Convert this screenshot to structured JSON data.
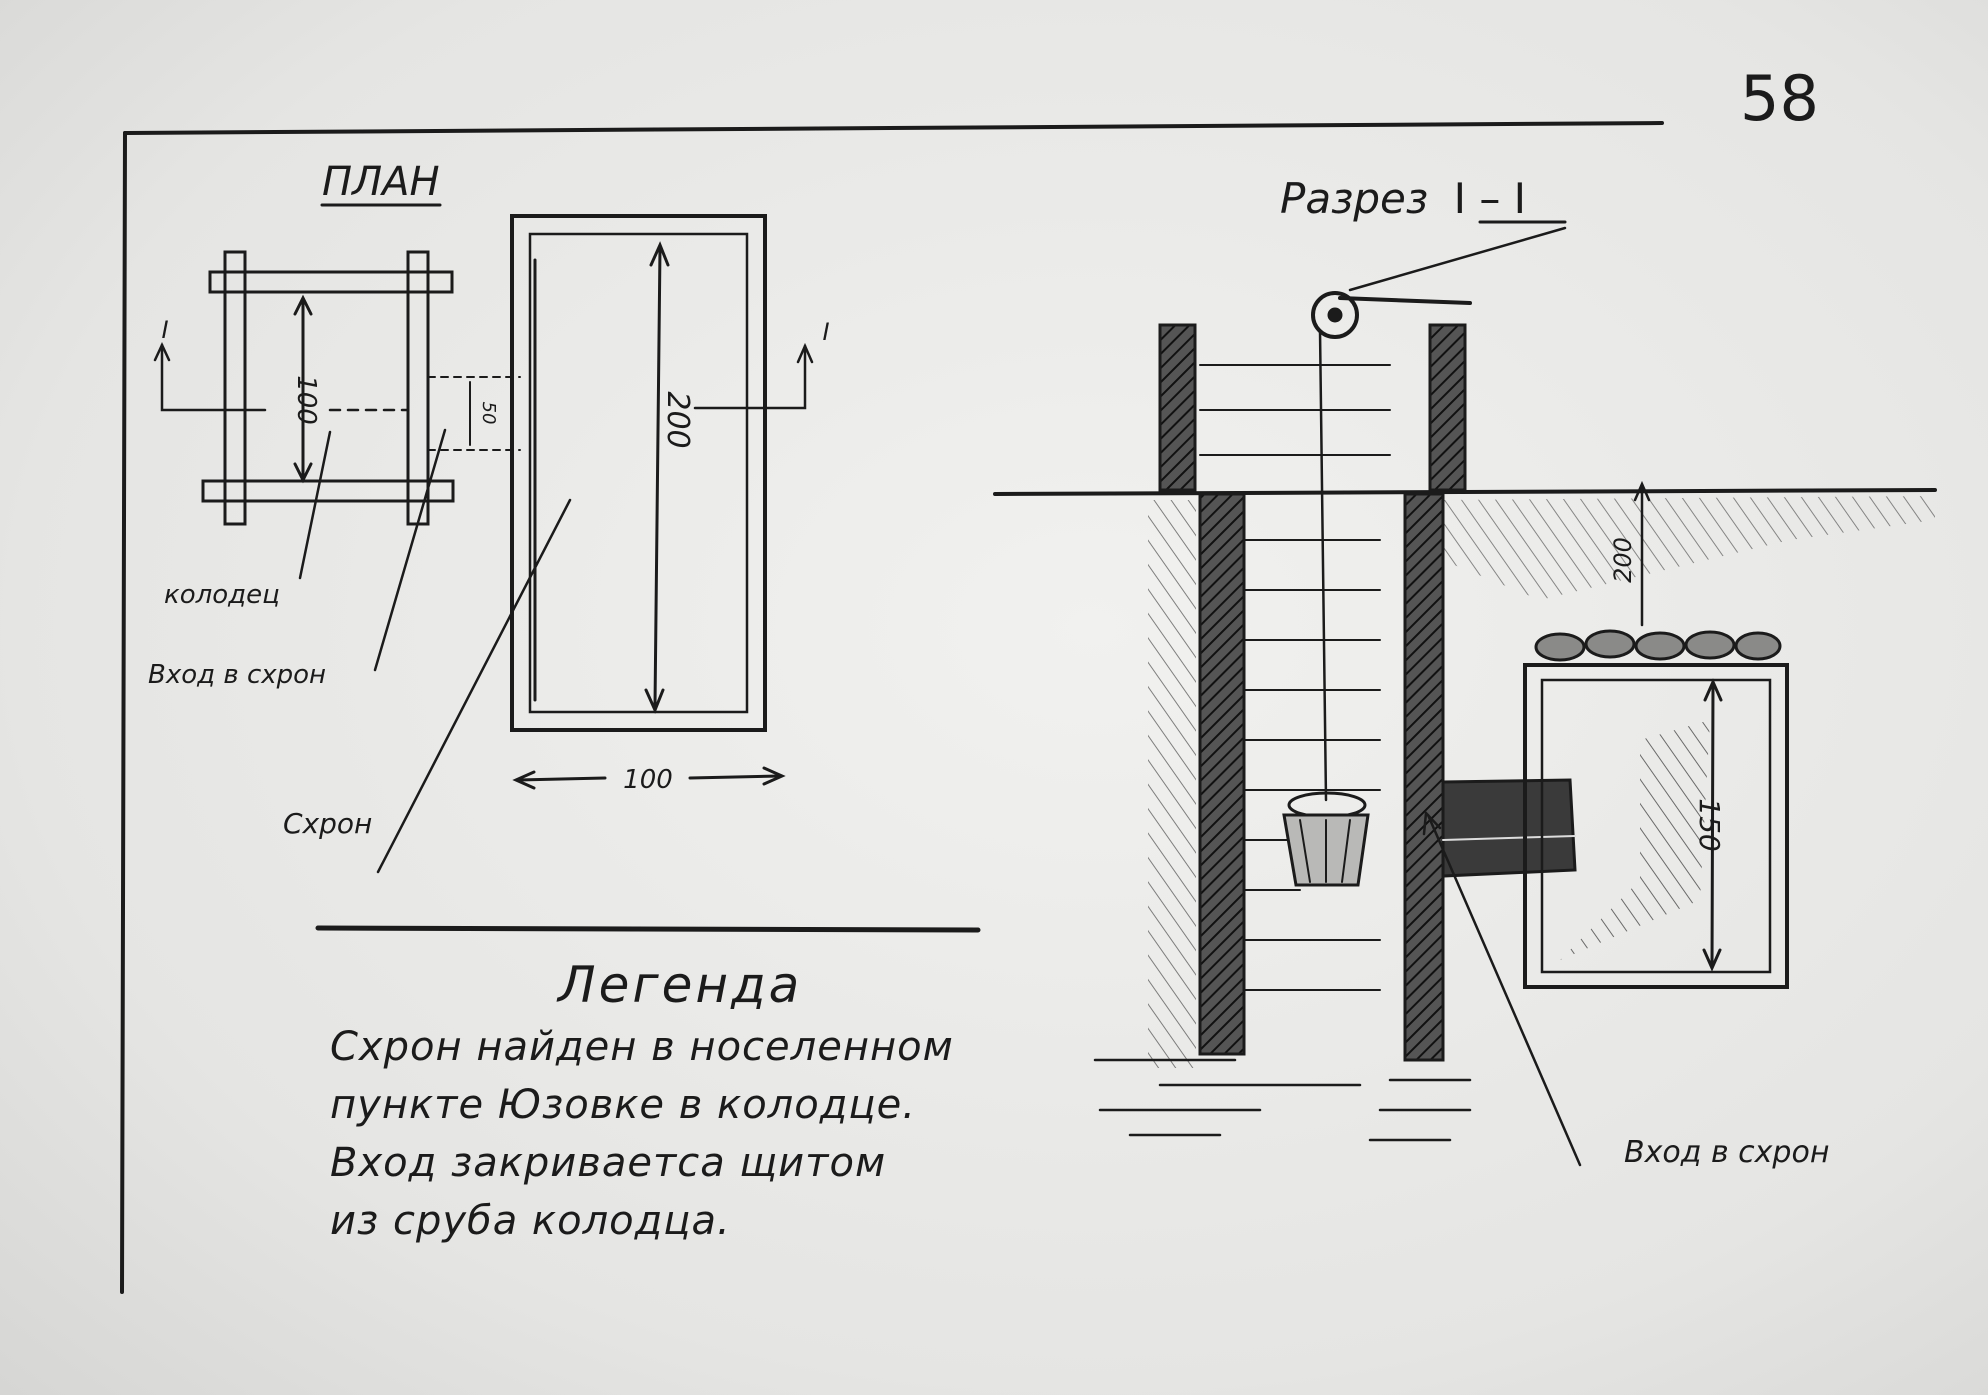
{
  "page_number": "58",
  "plan": {
    "title": "ПЛАН",
    "section_marker": "I",
    "dim_well": "100",
    "dim_entrance": "50",
    "dim_cache_length": "200",
    "dim_cache_width": "100",
    "label_well": "колодец",
    "label_entrance": "Вход в схрон",
    "label_cache": "Схрон"
  },
  "section": {
    "title_prefix": "Разрез",
    "title_marker": "I – I",
    "dim_depth": "200",
    "dim_height": "150",
    "label_entrance": "Вход в схрон"
  },
  "legend": {
    "title": "Легенда",
    "lines": [
      "Схрон найден в носеленном",
      "пункте Юзовке в колодце.",
      "Вход закриваетса щитом",
      "из сруба колодца."
    ]
  },
  "colors": {
    "ink": "#1b1b1b",
    "paper": "#ececea",
    "hatch": "#2a2a2a"
  }
}
